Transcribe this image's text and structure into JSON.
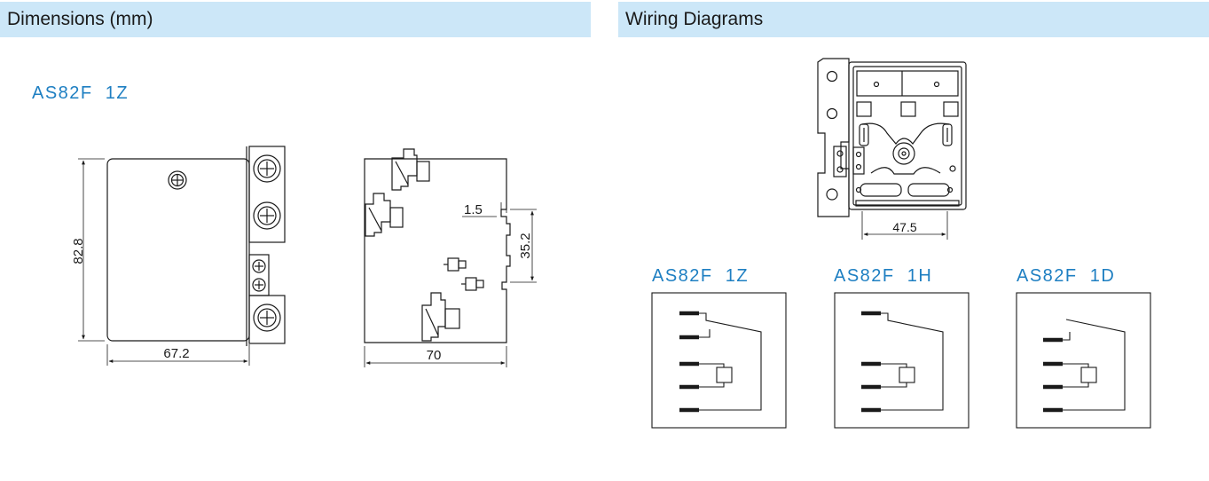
{
  "dimensions_section": {
    "title": "Dimensions (mm)",
    "model": "AS82F  1Z",
    "front_view": {
      "height_label": "82.8",
      "width_label": "67.2"
    },
    "side_view": {
      "offset_label": "1.5",
      "rail_label": "35.2",
      "depth_label": "70"
    }
  },
  "wiring_section": {
    "title": "Wiring Diagrams",
    "top_view": {
      "width_label": "47.5"
    },
    "diagrams": [
      {
        "model": "AS82F  1Z"
      },
      {
        "model": "AS82F  1H"
      },
      {
        "model": "AS82F  1D"
      }
    ]
  },
  "colors": {
    "header_bg": "#cce7f8",
    "model_title": "#1e7fc2",
    "line": "#1a1a1a"
  }
}
